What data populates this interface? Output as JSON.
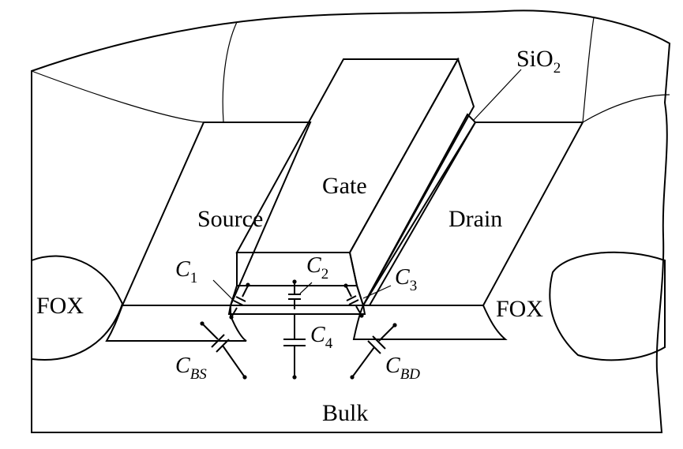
{
  "labels": {
    "sio2": "SiO",
    "sio2_sub": "2",
    "gate": "Gate",
    "source": "Source",
    "drain": "Drain",
    "fox_left": "FOX",
    "fox_right": "FOX",
    "bulk": "Bulk"
  },
  "capacitors": {
    "c1": {
      "base": "C",
      "sub": "1"
    },
    "c2": {
      "base": "C",
      "sub": "2"
    },
    "c3": {
      "base": "C",
      "sub": "3"
    },
    "c4": {
      "base": "C",
      "sub": "4"
    },
    "cbs": {
      "base": "C",
      "sub": "BS"
    },
    "cbd": {
      "base": "C",
      "sub": "BD"
    }
  },
  "colors": {
    "diffusion": "#c4c4c4",
    "gate": "#ffffff",
    "oxide": "#e6e6e6",
    "line": "#000000"
  }
}
